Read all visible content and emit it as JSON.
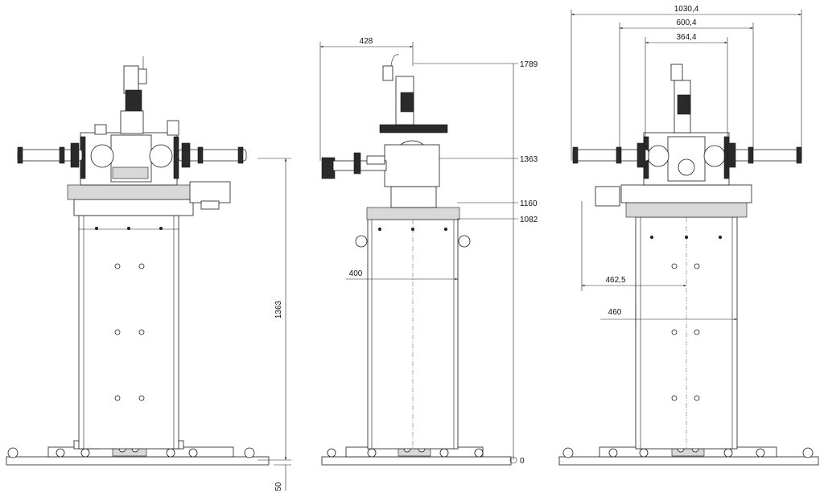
{
  "drawing": {
    "views": [
      {
        "id": "front",
        "dimensions": {
          "total_height": "1363",
          "foot_offset": "50"
        }
      },
      {
        "id": "side",
        "dimensions": {
          "top_width": "428",
          "frame_width": "400",
          "levels": [
            "1789",
            "1363",
            "1160",
            "1082",
            "0"
          ]
        }
      },
      {
        "id": "rear",
        "dimensions": {
          "overall_width": "1030,4",
          "flange_width": "600,4",
          "inner_width": "364,4",
          "half_width": "462,5",
          "frame_width": "460"
        }
      }
    ]
  }
}
